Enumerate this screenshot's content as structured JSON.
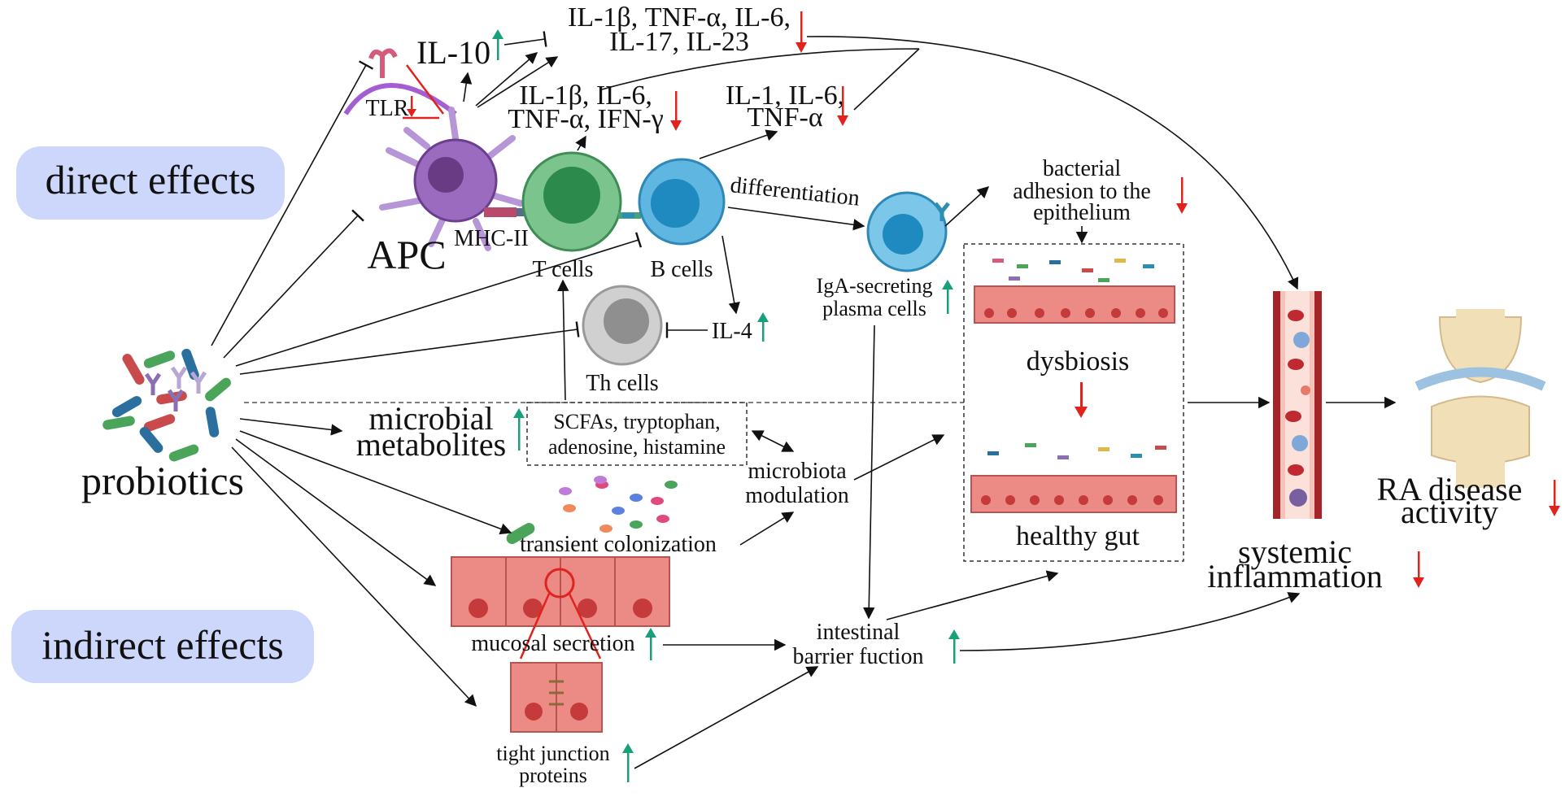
{
  "effects": {
    "direct": "direct effects",
    "indirect": "indirect effects"
  },
  "cytokines": {
    "top_line1": "IL-1β, TNF-α, IL-6,",
    "top_line2": "IL-17, IL-23",
    "il10": "IL-10",
    "t_line1": "IL-1β, IL-6,",
    "t_line2": "TNF-α, IFN-γ",
    "b_line1": "IL-1, IL-6,",
    "b_line2": "TNF-α",
    "il4": "IL-4"
  },
  "cells": {
    "tlr": "TLR",
    "apc": "APC",
    "mhc": "MHC-II",
    "t_cells": "T cells",
    "b_cells": "B cells",
    "th_cells": "Th cells",
    "differentiation": "differentiation",
    "plasma_line1": "IgA-secreting",
    "plasma_line2": "plasma cells"
  },
  "gut": {
    "adhesion_line1": "bacterial",
    "adhesion_line2": "adhesion to the",
    "adhesion_line3": "epithelium",
    "dysbiosis": "dysbiosis",
    "healthy": "healthy gut"
  },
  "outcomes": {
    "systemic_line1": "systemic",
    "systemic_line2": "inflammation",
    "ra_line1": "RA disease",
    "ra_line2": "activity"
  },
  "indirect": {
    "probiotics": "probiotics",
    "metabolites_line1": "microbial",
    "metabolites_line2": "metabolites",
    "scfa_line1": "SCFAs, tryptophan,",
    "scfa_line2": "adenosine, histamine",
    "modulation_line1": "microbiota",
    "modulation_line2": "modulation",
    "colonization": "transient colonization",
    "mucosal": "mucosal secretion",
    "barrier_line1": "intestinal",
    "barrier_line2": "barrier fuction",
    "tight_line1": "tight junction",
    "tight_line2": "proteins"
  },
  "colors": {
    "pill_bg": "#cdd6fb",
    "apc": "#9b6bbf",
    "t_cell": "#7cc48e",
    "b_cell": "#5fb6e0",
    "th_cell": "#bdbdbd",
    "epithelium": "#ec8a86",
    "vessel": "#a5242a",
    "up_arrow": "#18a07a",
    "down_arrow": "#e0231c"
  }
}
